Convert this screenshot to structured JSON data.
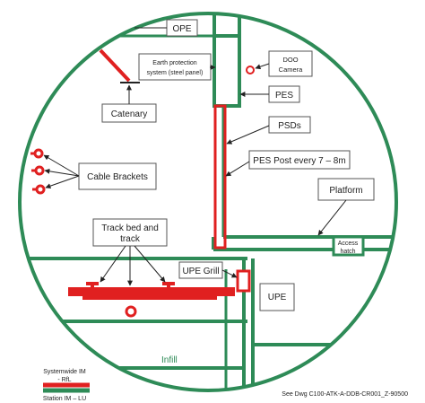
{
  "colors": {
    "green": "#2e8b57",
    "red": "#e02020",
    "text": "#222222",
    "box_border": "#555555"
  },
  "labels": {
    "ope": "OPE",
    "earth_line1": "Earth protection",
    "earth_line2": "system (steel panel)",
    "doo_line1": "DOO",
    "doo_line2": "Camera",
    "pes": "PES",
    "catenary": "Catenary",
    "psds": "PSDs",
    "pes_post": "PES Post every 7 – 8m",
    "cable_brackets": "Cable Brackets",
    "platform": "Platform",
    "track_line1": "Track bed and",
    "track_line2": "track",
    "access_line1": "Access",
    "access_line2": "hatch",
    "upe_grill": "UPE Grill",
    "upe": "UPE",
    "infill": "Infill"
  },
  "legend": {
    "systemwide_line1": "Systemwide IM",
    "systemwide_line2": "- RfL",
    "station": "Station IM – LU"
  },
  "reference": "See Dwg C100-ATK-A-DDB-CR001_Z-90500"
}
